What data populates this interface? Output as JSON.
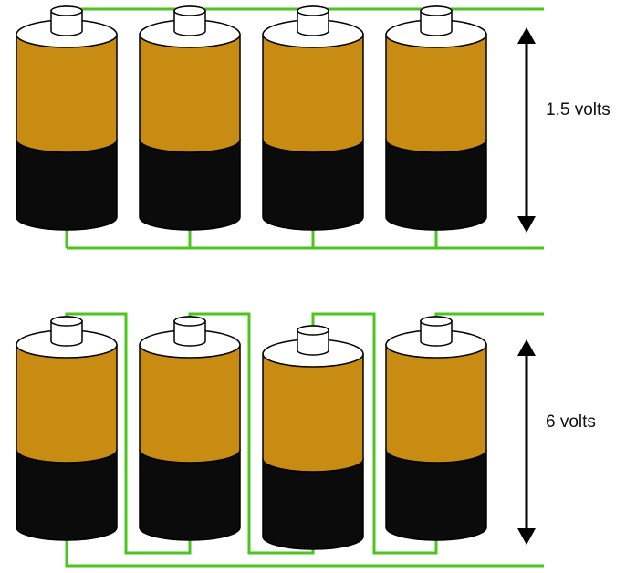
{
  "colors": {
    "wire": "#4cc61e",
    "battery_top": "#c88c12",
    "battery_bottom": "#0b0b0b",
    "cap": "#ffffff",
    "outline": "#000000"
  },
  "icons": {
    "battery": "battery-icon",
    "arrow": "double-headed-arrow-icon"
  },
  "parallel": {
    "voltage_label": "1.5 volts",
    "battery_count": 4,
    "connection": "parallel"
  },
  "series": {
    "voltage_label": "6 volts",
    "battery_count": 4,
    "connection": "series"
  }
}
